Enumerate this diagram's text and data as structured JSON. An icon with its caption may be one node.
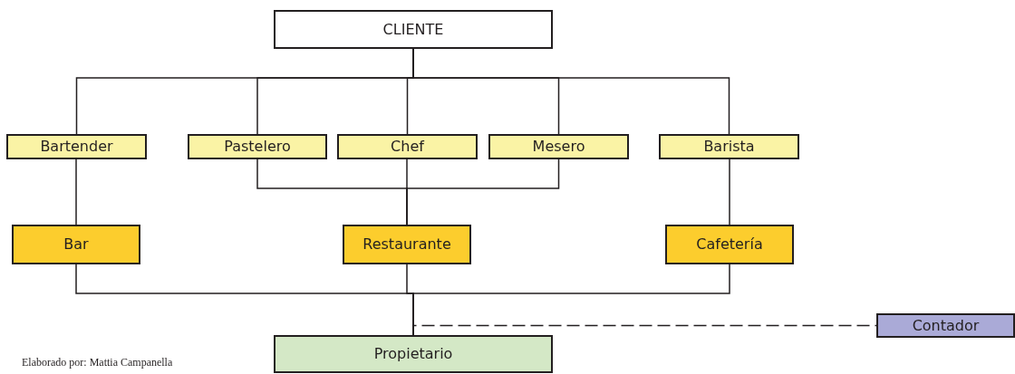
{
  "diagram": {
    "nodes": [
      {
        "text": [
          "CLIENTE"
        ]
      },
      {
        "text": [
          "Bartender"
        ]
      },
      {
        "text": [
          "Pastelero"
        ]
      },
      {
        "text": [
          "Chef"
        ]
      },
      {
        "text": [
          "Mesero"
        ]
      },
      {
        "text": [
          "Barista"
        ]
      },
      {
        "text": [
          "Bar"
        ]
      },
      {
        "text": [
          "Restaurante"
        ]
      },
      {
        "text": [
          "Cafetería"
        ]
      },
      {
        "text": [
          "Propietario"
        ]
      },
      {
        "text": [
          "Contador"
        ]
      }
    ],
    "edges": [
      {
        "from": 0,
        "to": 1,
        "arrow": "none"
      },
      {
        "from": 0,
        "to": 2,
        "arrow": "none"
      },
      {
        "from": 0,
        "to": 3,
        "arrow": "none"
      },
      {
        "from": 0,
        "to": 4,
        "arrow": "none"
      },
      {
        "from": 0,
        "to": 5,
        "arrow": "none"
      },
      {
        "from": 1,
        "to": 6,
        "arrow": "none"
      },
      {
        "from": 2,
        "to": 7,
        "arrow": "none"
      },
      {
        "from": 3,
        "to": 7,
        "arrow": "none"
      },
      {
        "from": 4,
        "to": 7,
        "arrow": "none"
      },
      {
        "from": 5,
        "to": 8,
        "arrow": "none"
      },
      {
        "from": 6,
        "to": 9,
        "arrow": "none"
      },
      {
        "from": 7,
        "to": 9,
        "arrow": "none"
      },
      {
        "from": 8,
        "to": 9,
        "arrow": "none"
      },
      {
        "from": 9,
        "to": 10,
        "arrow": "none",
        "style": "dashed"
      }
    ],
    "labels": [
      "Elaborado por: Mattia Campanella"
    ]
  }
}
